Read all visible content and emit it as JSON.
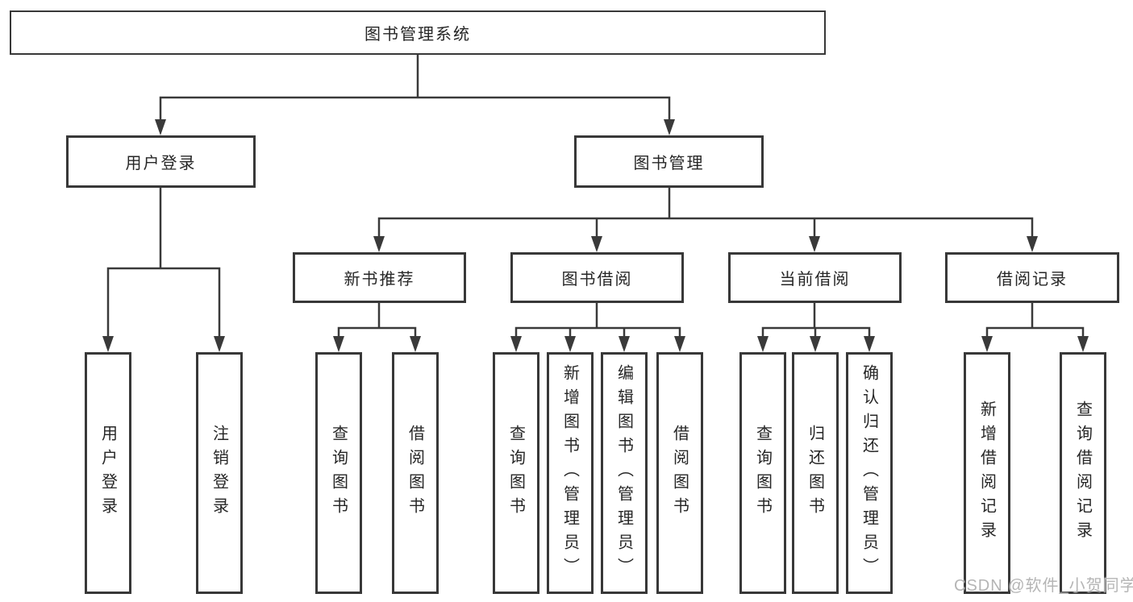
{
  "tree": {
    "root": {
      "label": "图书管理系统",
      "children": [
        {
          "label": "用户登录",
          "children": [
            {
              "label": "用户登录"
            },
            {
              "label": "注销登录"
            }
          ]
        },
        {
          "label": "图书管理",
          "children": [
            {
              "label": "新书推荐",
              "children": [
                {
                  "label": "查询图书"
                },
                {
                  "label": "借阅图书"
                }
              ]
            },
            {
              "label": "图书借阅",
              "children": [
                {
                  "label": "查询图书"
                },
                {
                  "label": "新增图书（管理员）"
                },
                {
                  "label": "编辑图书（管理员）"
                },
                {
                  "label": "借阅图书"
                }
              ]
            },
            {
              "label": "当前借阅",
              "children": [
                {
                  "label": "查询图书"
                },
                {
                  "label": "归还图书"
                },
                {
                  "label": "确认归还（管理员）"
                }
              ]
            },
            {
              "label": "借阅记录",
              "children": [
                {
                  "label": "新增借阅记录"
                },
                {
                  "label": "查询借阅记录"
                }
              ]
            }
          ]
        }
      ]
    }
  },
  "watermark": {
    "text": "CSDN @软件_小贺同学"
  },
  "colors": {
    "background": "#ffffff",
    "box_border": "#383838",
    "connector": "#3a3a3a",
    "text": "#262626",
    "watermark_text": "#b5b5b5"
  }
}
